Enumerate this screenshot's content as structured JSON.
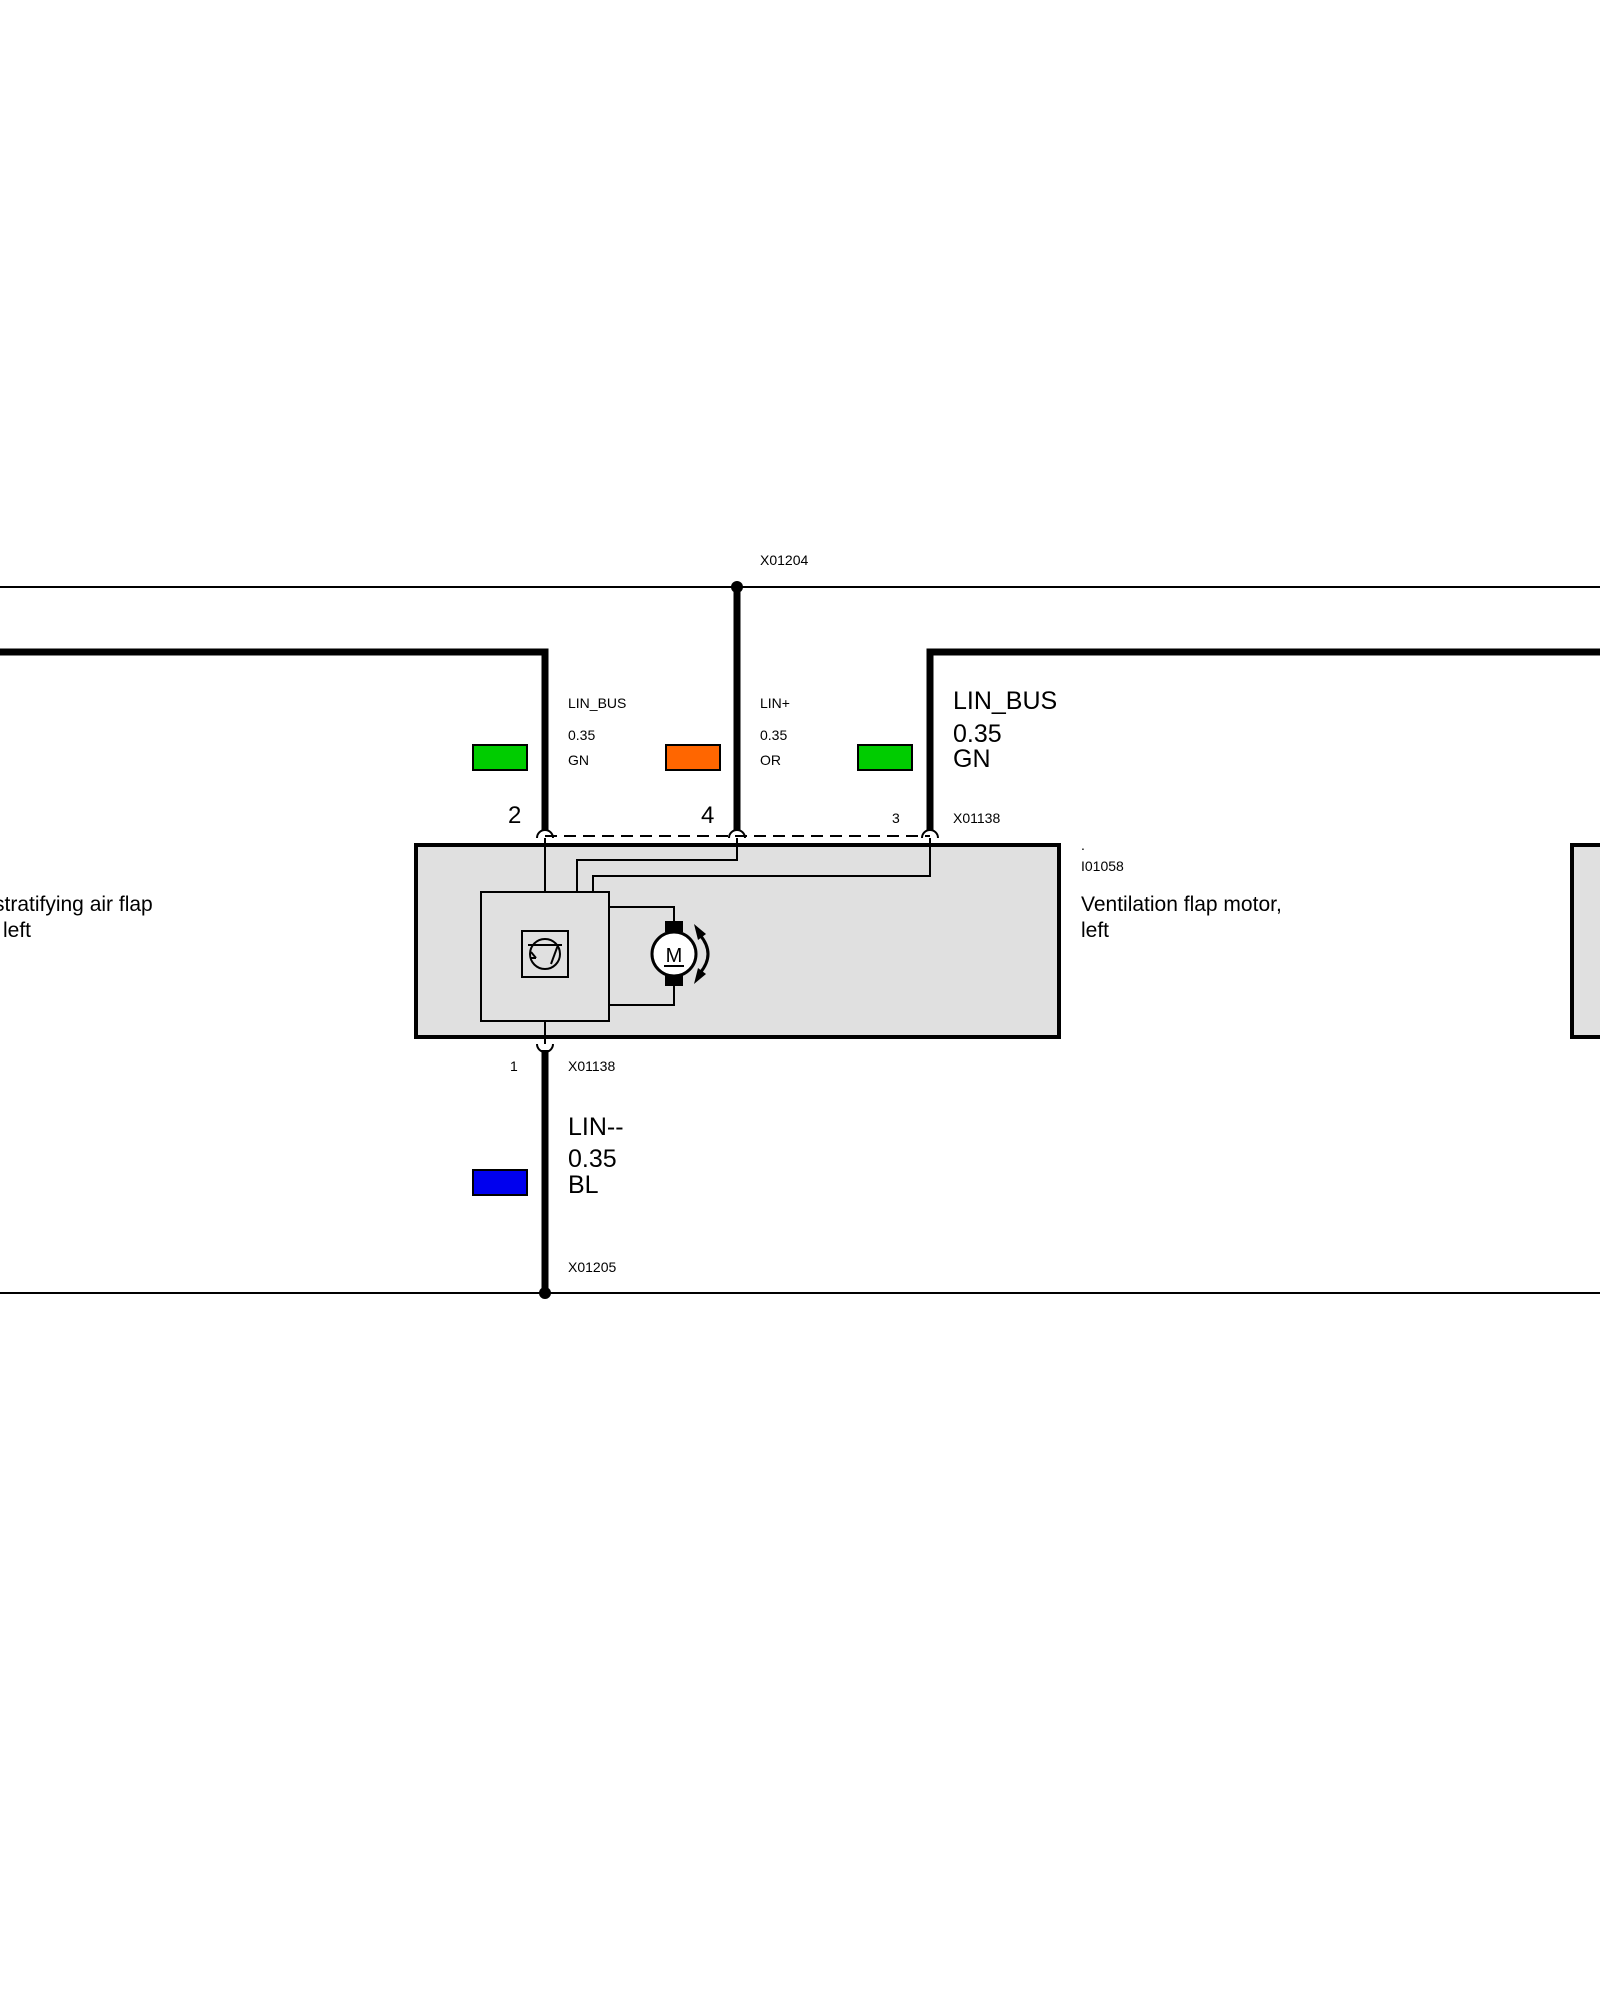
{
  "connectors": {
    "top_bus_node": "X01204",
    "bottom_bus_node": "X01205",
    "component_plug_top": "X01138",
    "component_plug_bottom": "X01138"
  },
  "component": {
    "id": "I01058",
    "dot": ".",
    "name_line1": "Ventilation flap motor,",
    "name_line2": "left",
    "neighbor_name_line1": "stratifying air flap",
    "neighbor_name_line2": "left",
    "motor_letter": "M"
  },
  "wires": {
    "pin2": {
      "pin": "2",
      "signal": "LIN_BUS",
      "size": "0.35",
      "color_code": "GN",
      "color": "#00cc00"
    },
    "pin4": {
      "pin": "4",
      "signal": "LIN+",
      "size": "0.35",
      "color_code": "OR",
      "color": "#ff6600"
    },
    "pin3": {
      "pin": "3",
      "signal": "LIN_BUS",
      "size": "0.35",
      "color_code": "GN",
      "color": "#00cc00"
    },
    "pin1": {
      "pin": "1",
      "signal": "LIN--",
      "size": "0.35",
      "color_code": "BL",
      "color": "#0000ee"
    }
  },
  "colors": {
    "component_fill": "#e0e0e0"
  }
}
